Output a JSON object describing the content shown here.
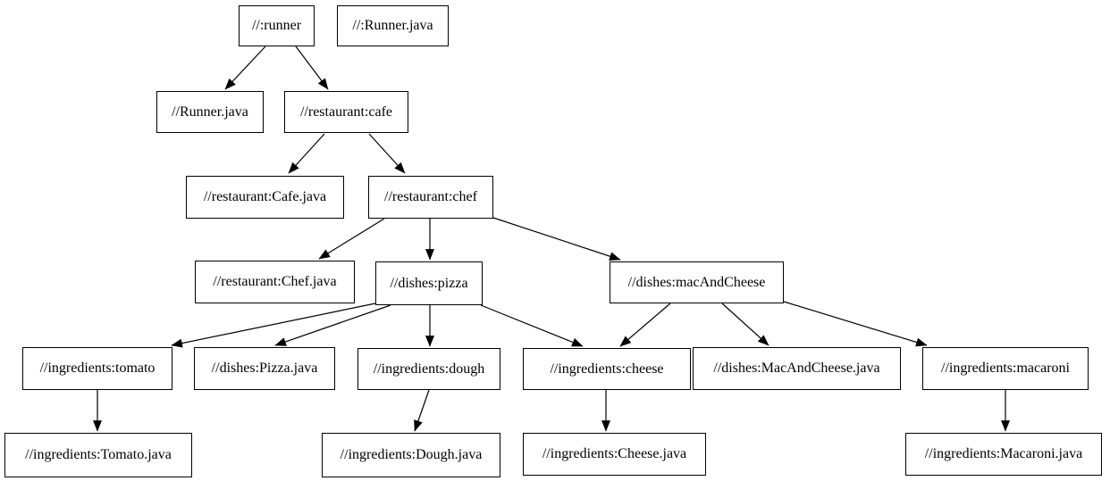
{
  "diagram": {
    "kind": "dependency-graph",
    "colors": {
      "background": "#ffffff",
      "node_fill": "#ffffff",
      "node_border": "#000000",
      "edge": "#000000",
      "text": "#000000"
    },
    "nodes": [
      {
        "id": "runner",
        "label": "//:runner"
      },
      {
        "id": "runner-java-target",
        "label": "//:Runner.java"
      },
      {
        "id": "runner-java-file",
        "label": "//Runner.java"
      },
      {
        "id": "cafe",
        "label": "//restaurant:cafe"
      },
      {
        "id": "cafe-java",
        "label": "//restaurant:Cafe.java"
      },
      {
        "id": "chef",
        "label": "//restaurant:chef"
      },
      {
        "id": "chef-java",
        "label": "//restaurant:Chef.java"
      },
      {
        "id": "pizza",
        "label": "//dishes:pizza"
      },
      {
        "id": "mac-and-cheese",
        "label": "//dishes:macAndCheese"
      },
      {
        "id": "tomato",
        "label": "//ingredients:tomato"
      },
      {
        "id": "pizza-java",
        "label": "//dishes:Pizza.java"
      },
      {
        "id": "dough",
        "label": "//ingredients:dough"
      },
      {
        "id": "cheese",
        "label": "//ingredients:cheese"
      },
      {
        "id": "mac-and-cheese-java",
        "label": "//dishes:MacAndCheese.java"
      },
      {
        "id": "macaroni",
        "label": "//ingredients:macaroni"
      },
      {
        "id": "tomato-java",
        "label": "//ingredients:Tomato.java"
      },
      {
        "id": "dough-java",
        "label": "//ingredients:Dough.java"
      },
      {
        "id": "cheese-java",
        "label": "//ingredients:Cheese.java"
      },
      {
        "id": "macaroni-java",
        "label": "//ingredients:Macaroni.java"
      }
    ],
    "edges": [
      {
        "from": "runner",
        "to": "runner-java-file"
      },
      {
        "from": "runner",
        "to": "cafe"
      },
      {
        "from": "cafe",
        "to": "cafe-java"
      },
      {
        "from": "cafe",
        "to": "chef"
      },
      {
        "from": "chef",
        "to": "chef-java"
      },
      {
        "from": "chef",
        "to": "pizza"
      },
      {
        "from": "chef",
        "to": "mac-and-cheese"
      },
      {
        "from": "pizza",
        "to": "tomato"
      },
      {
        "from": "pizza",
        "to": "pizza-java"
      },
      {
        "from": "pizza",
        "to": "dough"
      },
      {
        "from": "pizza",
        "to": "cheese"
      },
      {
        "from": "mac-and-cheese",
        "to": "cheese"
      },
      {
        "from": "mac-and-cheese",
        "to": "mac-and-cheese-java"
      },
      {
        "from": "mac-and-cheese",
        "to": "macaroni"
      },
      {
        "from": "tomato",
        "to": "tomato-java"
      },
      {
        "from": "dough",
        "to": "dough-java"
      },
      {
        "from": "cheese",
        "to": "cheese-java"
      },
      {
        "from": "macaroni",
        "to": "macaroni-java"
      }
    ]
  }
}
